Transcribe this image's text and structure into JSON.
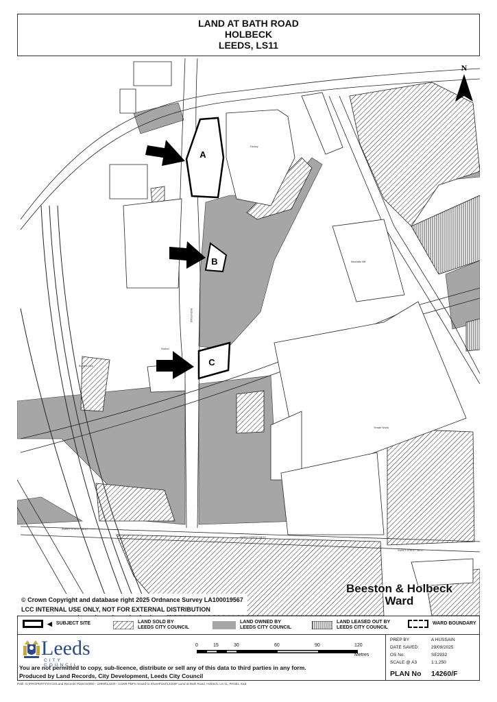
{
  "title": {
    "line1": "LAND AT BATH ROAD",
    "line2": "HOLBECK",
    "line3": "LEEDS, LS11"
  },
  "map": {
    "north_label": "N",
    "sites": [
      {
        "label": "A"
      },
      {
        "label": "B"
      },
      {
        "label": "C"
      }
    ],
    "labels": {
      "marshalls_mill": "Marshalls Mill",
      "temple_works": "Temple Works",
      "sweet_street_west_1": "SWEET STREET WEST",
      "sweet_street_west_2": "SWEET STREET WEST",
      "sweet_street_west_3": "SWEET STREET WEST",
      "bath_road": "BATH ROAD",
      "viaduct": "Viaduct",
      "builders_yard": "Builders Yard",
      "factory": "Factory"
    },
    "colors": {
      "owned": "#a6a6a6",
      "line": "#222222"
    }
  },
  "copyright": "© Crown Copyright and database right 2025  Ordnance Survey LA100019567",
  "distribution": "LCC INTERNAL USE ONLY,  NOT FOR EXTERNAL DISTRIBUTION",
  "ward": {
    "line1": "Beeston & Holbeck",
    "line2": "Ward"
  },
  "legend": {
    "subject_site": "SUBJECT SITE",
    "sold_1": "LAND SOLD BY",
    "sold_2": "LEEDS CITY COUNCIL",
    "owned_1": "LAND OWNED BY",
    "owned_2": "LEEDS CITY COUNCIL",
    "leased_1": "LAND LEASED OUT BY",
    "leased_2": "LEEDS CITY COUNCIL",
    "ward_boundary": "WARD BOUNDARY"
  },
  "logo": {
    "word": "Leeds",
    "sub": "CITY COUNCIL"
  },
  "scale_bar": {
    "ticks": [
      "0",
      "15",
      "30",
      "60",
      "90",
      "120"
    ],
    "unit": "Metres"
  },
  "notice": {
    "line1": "You are not permitted to copy, sub-licence, distribute or sell any of this data to third parties in any form.",
    "line2": "Produced by Land Records, City Development, Leeds City Council"
  },
  "meta": {
    "prep_by_label": "PREP BY",
    "prep_by": "A HUSSAIN",
    "date_label": "DATE SAVED:",
    "date": "29/09/2025",
    "os_label": "OS No:",
    "os": "SE2932",
    "scale_label": "SCALE @ A3",
    "scale": "1:1,250",
    "plan_label": "PLAN No",
    "plan": "14260/F"
  },
  "path": "Path: G:\\PROPERTYSVCS\\Land Records Plans\\10000 - 19999\\14200 - 14299 PDFs moved to SharePoint\\14260F Land at Bath Road, Holbeck, LS 11, PANEL.mxd"
}
